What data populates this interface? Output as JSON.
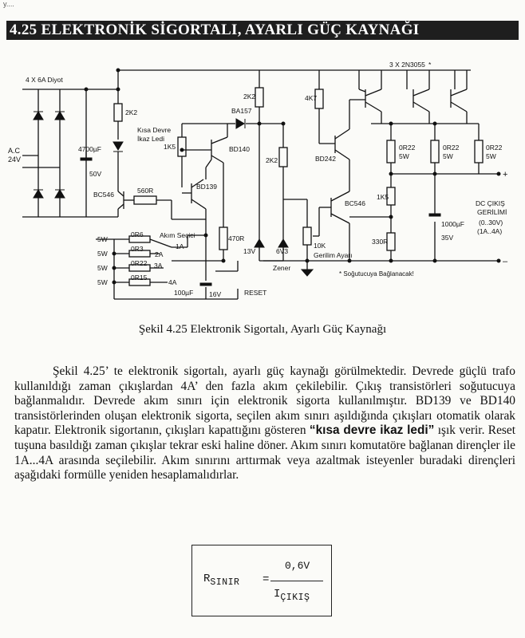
{
  "page": {
    "corner_mark": "y....",
    "section_title": "4.25 ELEKTRONİK SİGORTALI, AYARLI GÜÇ KAYNAĞI",
    "caption": "Şekil 4.25 Elektronik Sigortalı, Ayarlı Güç Kaynağı"
  },
  "schematic": {
    "diodes_label": "4 X 6A Diyot",
    "ac_label": "A.C",
    "ac_voltage": "24V",
    "cap_main_value": "4700µF",
    "cap_main_voltage": "50V",
    "r_2k2_a": "2K2",
    "led_label_1": "Kısa Devre",
    "led_label_2": "İkaz Ledi",
    "r_2k2_b": "2K2",
    "d_ba157": "BA157",
    "r_1k5_a": "1K5",
    "q_bd140": "BD140",
    "r_4k7": "4K7",
    "output_transistors": "3 X 2N3055",
    "asterisk": "*",
    "q_bc546_a": "BC546",
    "r_560r": "560R",
    "q_bd139": "BD139",
    "r_2k2_c": "2K2",
    "q_bd242": "BD242",
    "r_0r22_1": "0R22",
    "r_0r22_1w": "5W",
    "r_0r22_2": "0R22",
    "r_0r22_2w": "5W",
    "r_0r22_3": "0R22",
    "r_0r22_3w": "5W",
    "plus": "+",
    "minus": "–",
    "r_1k5_b": "1K5",
    "q_bc546_b": "BC546",
    "out_1": "DC ÇIKIŞ",
    "out_2": "GERİLİMİ",
    "out_3": "(0..30V)",
    "out_4": "(1A..4A)",
    "r_470r": "470R",
    "r_330r": "330R",
    "cap_out_value": "1000µF",
    "cap_out_voltage": "35V",
    "selector_label": "Akım Seçici",
    "pos_1a": "1A",
    "pos_2a": "2A",
    "pos_3a": "3A",
    "pos_4a": "4A",
    "r_0r6": "0R6",
    "r_0r3": "0R3",
    "r_0r22_s": "0R22",
    "r_0r15": "0R15",
    "w_1": "5W",
    "w_2": "5W",
    "w_3": "5W",
    "w_4": "5W",
    "z_13v": "13V",
    "z_6v3": "6V3",
    "zener_label": "Zener",
    "pot_value": "10K",
    "pot_label": "Gerilim Ayarı",
    "heatsink_note": "* Soğutucuya Bağlanacak!",
    "cap_reset_value": "100µF",
    "cap_reset_voltage": "16V",
    "reset_label": "RESET"
  },
  "body": {
    "part1": "Şekil 4.25’ te elektronik sigortalı, ayarlı güç kaynağı görülmektedir. Devrede güçlü trafo kullanıldığı zaman çıkışlardan 4A’ den fazla akım çekilebilir. Çıkış transistörleri soğutucuya bağlanmalıdır. Devrede akım sınırı için elektronik sigorta kullanılmıştır. BD139 ve BD140 transistörlerinden oluşan elektronik sigorta, seçilen akım sınırı aşıldığında çıkışları otomatik olarak kapatır. Elektronik sigortanın, çıkışları kapattığını gösteren ",
    "highlight": "“kısa devre ikaz ledi”",
    "part2": " ışık verir. Reset tuşuna basıldığı zaman çıkışlar tekrar eski haline döner. Akım sınırı komutatöre bağlanan dirençler ile 1A...4A arasında seçilebilir. Akım sınırını arttırmak veya azaltmak isteyenler buradaki dirençleri aşağıdaki formülle yeniden hesaplamalıdırlar."
  },
  "formula": {
    "lhs_main": "R",
    "lhs_sub": "SINIR",
    "equals": "=",
    "numerator": "0,6V",
    "den_main": "I",
    "den_sub": "ÇIKIŞ"
  }
}
